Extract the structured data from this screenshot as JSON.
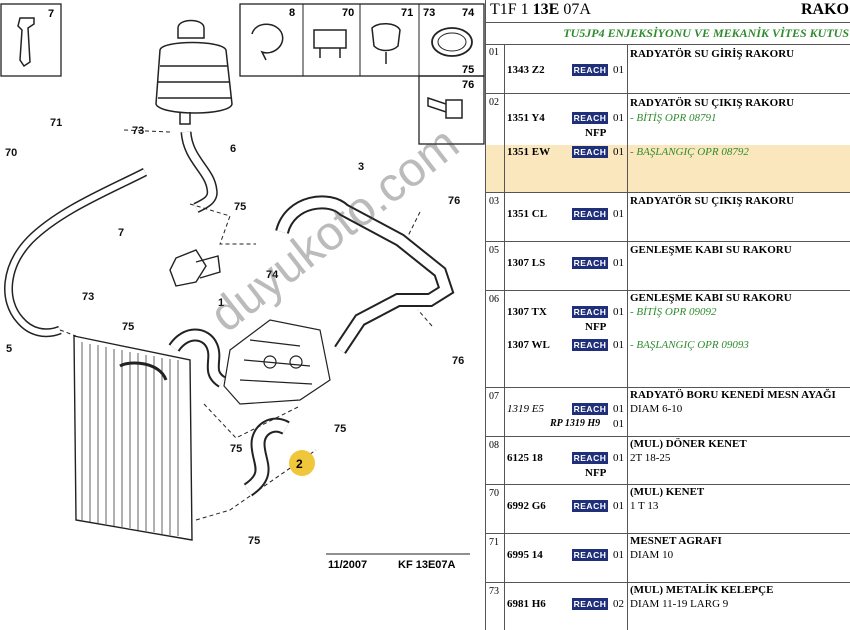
{
  "header": {
    "code_prefix": "T1F 1 ",
    "code_bold": "13E",
    "code_suffix": " 07A",
    "title": "RAKO"
  },
  "subheader": "TU5JP4 ENJEKSİYONU VE MEKANİK VİTES KUTUS",
  "reach_label": "REACH",
  "nfp_label": "NFP",
  "rows": [
    {
      "group": "01",
      "ref": "1343 Z2",
      "qty": "01",
      "desc": "RADYATÖR SU GİRİŞ RAKORU"
    },
    {
      "group": "02",
      "ref": "1351 Y4",
      "qty": "01",
      "desc": "RADYATÖR SU ÇIKIŞ RAKORU",
      "note": "- BİTİŞ OPR 08791"
    },
    {
      "group": "",
      "ref": "1351 EW",
      "qty": "01",
      "note": "- BAŞLANGIÇ OPR 08792"
    },
    {
      "group": "03",
      "ref": "1351 CL",
      "qty": "01",
      "desc": "RADYATÖR SU ÇIKIŞ RAKORU"
    },
    {
      "group": "05",
      "ref": "1307 LS",
      "qty": "01",
      "desc": "GENLEŞME KABI SU RAKORU"
    },
    {
      "group": "06",
      "ref": "1307 TX",
      "qty": "01",
      "desc": "GENLEŞME KABI SU RAKORU",
      "note": "- BİTİŞ OPR 09092"
    },
    {
      "group": "",
      "ref": "1307 WL",
      "qty": "01",
      "note": "- BAŞLANGIÇ OPR 09093"
    },
    {
      "group": "07",
      "ref": "1319 E5",
      "qty": "01",
      "desc": "RADYATÖ BORU KENEDİ MESN AYAĞI",
      "detail": "DIAM 6-10",
      "rp": "RP 1319 H9",
      "rp_qty": "01"
    },
    {
      "group": "08",
      "ref": "6125 18",
      "qty": "01",
      "desc": "(MUL) DÖNER KENET",
      "detail": "2T 18-25"
    },
    {
      "group": "70",
      "ref": "6992 G6",
      "qty": "01",
      "desc": "(MUL) KENET",
      "detail": "1 T 13"
    },
    {
      "group": "71",
      "ref": "6995 14",
      "qty": "01",
      "desc": "MESNET AGRAFI",
      "detail": "DIAM 10"
    },
    {
      "group": "73",
      "ref": "6981 H6",
      "qty": "02",
      "desc": "(MUL) METALİK KELEPÇE",
      "detail": "DIAM 11-19 LARG 9"
    }
  ],
  "diagram": {
    "inset_labels": [
      "7",
      "8",
      "70",
      "71",
      "73",
      "74",
      "75",
      "76"
    ],
    "callouts": [
      "71",
      "73",
      "6",
      "70",
      "7",
      "75",
      "74",
      "3",
      "76",
      "73",
      "5",
      "1",
      "75",
      "76",
      "75",
      "75",
      "2",
      "75"
    ],
    "date": "11/2007",
    "figure_code": "KF 13E07A"
  },
  "watermark": "duyukoto.com"
}
